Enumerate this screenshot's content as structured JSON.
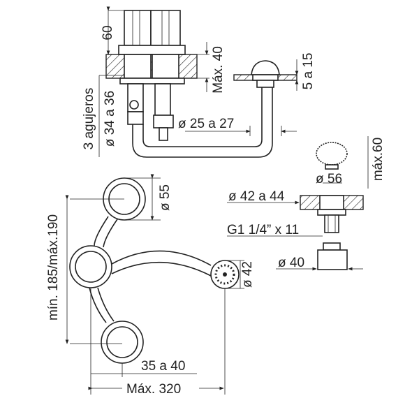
{
  "labels": {
    "handle_height": "60",
    "max_thickness": "Máx. 40",
    "spout_thickness": "5 a 15",
    "holes_count": "3 agujeros",
    "holes_diameter": "ø 34 a 36",
    "pipe_diameter": "ø 25 a 27",
    "top_max": "máx.60",
    "top_diameter": "ø 56",
    "hole_diameter_right": "ø 42 a 44",
    "thread": "G1 1/4” x 11",
    "nut_diameter": "ø 40",
    "handle_diameter": "ø 55",
    "handle_spacing": "mín. 185/máx.190",
    "spout_diameter": "ø 42",
    "offset": "35 a 40",
    "max_width": "Máx. 320"
  }
}
